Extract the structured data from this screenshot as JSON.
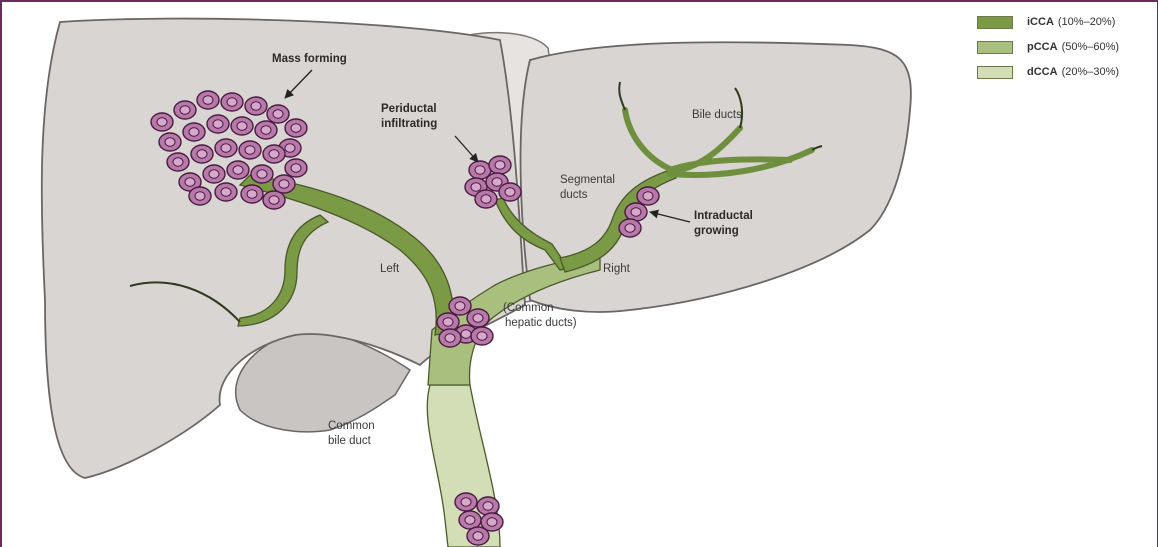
{
  "legend": [
    {
      "name": "iCCA",
      "range": "(10%–20%)",
      "color": "#7a9a45"
    },
    {
      "name": "pCCA",
      "range": "(50%–60%)",
      "color": "#a9bf7e"
    },
    {
      "name": "dCCA",
      "range": "(20%–30%)",
      "color": "#d3ddb6"
    }
  ],
  "labels": {
    "mass_forming": "Mass forming",
    "periductal_1": "Periductal",
    "periductal_2": "infiltrating",
    "bile_ducts": "Bile ducts",
    "segmental_1": "Segmental",
    "segmental_2": "ducts",
    "intraductal_1": "Intraductal",
    "intraductal_2": "growing",
    "left": "Left",
    "right": "Right",
    "common_hepatic_1": "(Common",
    "common_hepatic_2": "hepatic ducts)",
    "common_bile_1": "Common",
    "common_bile_2": "bile duct"
  },
  "colors": {
    "liver_fill": "#d9d5d2",
    "liver_stroke": "#6a6664",
    "duct_dark": "#6f8f3f",
    "duct_mid": "#a9bf7e",
    "duct_light": "#d3ddb6",
    "tumor_fill": "#b77aa8",
    "tumor_stroke": "#4a1a42",
    "frame": "#6d2a5c"
  }
}
